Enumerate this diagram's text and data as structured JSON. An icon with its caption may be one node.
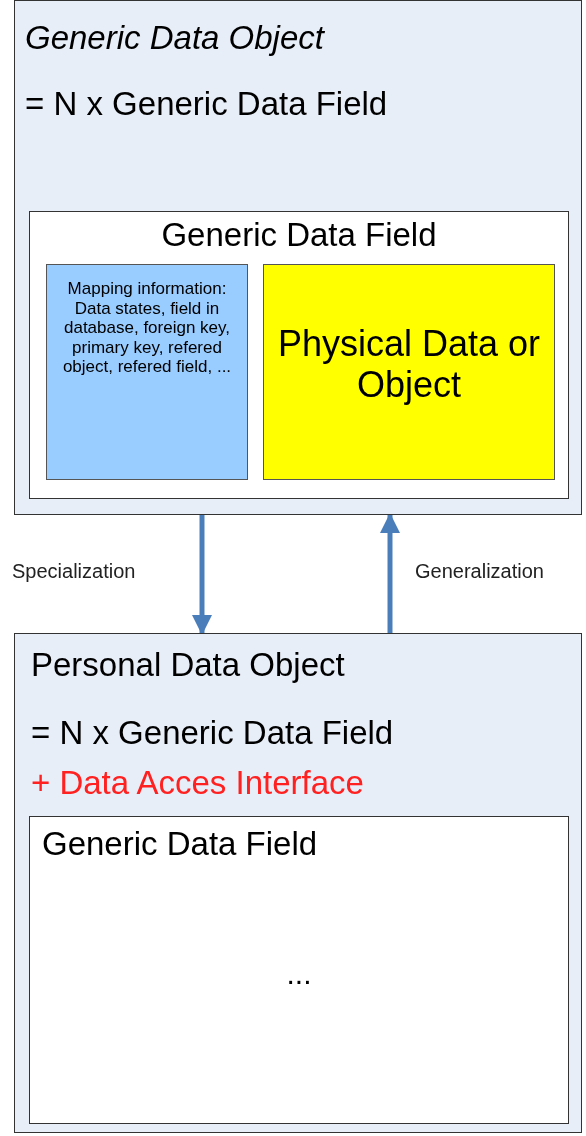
{
  "diagram": {
    "nodes": [
      {
        "text": [
          "Generic Data Object",
          "= N x Generic Data Field"
        ]
      },
      {
        "text": [
          "Generic Data Field"
        ],
        "in": 0
      },
      {
        "text": [
          "Mapping information: Data states, field in database, foreign key, primary key, refered object, refered field, ..."
        ],
        "in": 1
      },
      {
        "text": [
          "Physical Data or Object"
        ],
        "in": 1
      },
      {
        "text": [
          "Personal Data Object",
          "= N x Generic Data Field",
          "+ Data Acces Interface"
        ]
      },
      {
        "text": [
          "Generic Data Field",
          "..."
        ],
        "in": 4
      }
    ],
    "edges": [
      {
        "from": 0,
        "to": 4,
        "arrow": "to",
        "label": "Specialization"
      },
      {
        "from": 4,
        "to": 0,
        "arrow": "to",
        "label": "Generalization"
      }
    ]
  }
}
